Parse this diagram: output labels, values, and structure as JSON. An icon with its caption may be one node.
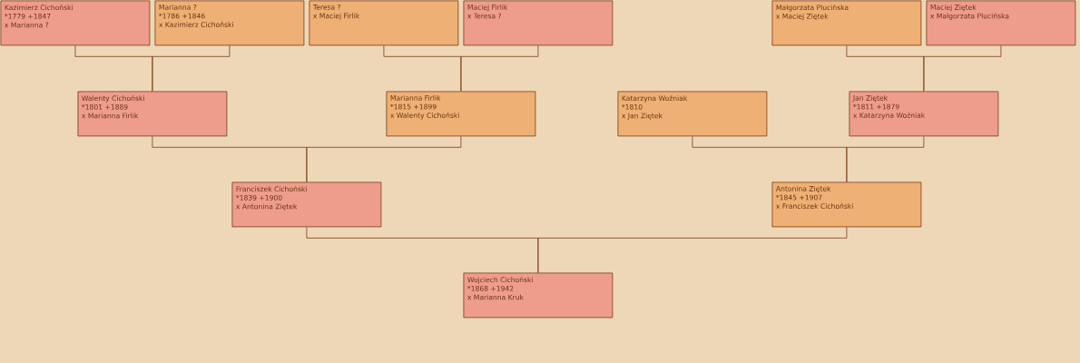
{
  "diagram": {
    "nodes": [
      {
        "text": [
          "Kazimierz Cichoński",
          "*1779 +1847",
          "x Marianna ?"
        ]
      },
      {
        "text": [
          "Marianna ?",
          "*1786 +1846",
          "x Kazimierz Cichoński"
        ]
      },
      {
        "text": [
          "Teresa ?",
          "x Maciej Firlik"
        ]
      },
      {
        "text": [
          "Maciej Firlik",
          "x Teresa ?"
        ]
      },
      {
        "text": [
          "Małgorzata Plucińska",
          "x Maciej Ziętek"
        ]
      },
      {
        "text": [
          "Maciej Ziętek",
          "x Małgorzata Plucińska"
        ]
      },
      {
        "text": [
          "Walenty Cichoński",
          "*1801 +1889",
          "x Marianna Firlik"
        ]
      },
      {
        "text": [
          "Marianna Firlik",
          "*1815 +1899",
          "x Walenty Cichoński"
        ]
      },
      {
        "text": [
          "Katarzyna Woźniak",
          "*1810",
          "x Jan Ziętek"
        ]
      },
      {
        "text": [
          "Jan Ziętek",
          "*1811 +1879",
          "x Katarzyna Woźniak"
        ]
      },
      {
        "text": [
          "Franciszek Cichoński",
          "*1839 +1900",
          "x Antonina Ziętek"
        ]
      },
      {
        "text": [
          "Antonina Ziętek",
          "*1845 +1907",
          "x Franciszek Cichoński"
        ]
      },
      {
        "text": [
          "Wojciech Cichoński",
          "*1868 +1942",
          "x Marianna Kruk"
        ]
      }
    ],
    "edges": [
      {
        "from": 0,
        "to": 6,
        "arrow": "none"
      },
      {
        "from": 1,
        "to": 6,
        "arrow": "none"
      },
      {
        "from": 2,
        "to": 7,
        "arrow": "none"
      },
      {
        "from": 3,
        "to": 7,
        "arrow": "none"
      },
      {
        "from": 4,
        "to": 9,
        "arrow": "none"
      },
      {
        "from": 5,
        "to": 9,
        "arrow": "none"
      },
      {
        "from": 6,
        "to": 10,
        "arrow": "none"
      },
      {
        "from": 7,
        "to": 10,
        "arrow": "none"
      },
      {
        "from": 8,
        "to": 11,
        "arrow": "none"
      },
      {
        "from": 9,
        "to": 11,
        "arrow": "none"
      },
      {
        "from": 10,
        "to": 12,
        "arrow": "none"
      },
      {
        "from": 11,
        "to": 12,
        "arrow": "none"
      }
    ]
  }
}
